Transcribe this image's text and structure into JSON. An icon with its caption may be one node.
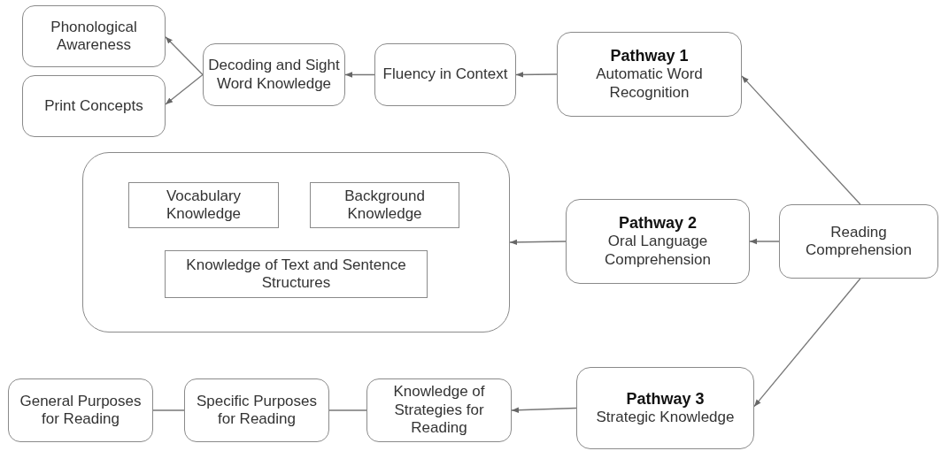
{
  "diagram": {
    "nodes": [
      {
        "text": [
          "Phonological Awareness"
        ]
      },
      {
        "text": [
          "Print Concepts"
        ]
      },
      {
        "text": [
          "Decoding and Sight Word Knowledge"
        ]
      },
      {
        "text": [
          "Fluency in Context"
        ]
      },
      {
        "text": [
          "Pathway 1",
          "Automatic Word Recognition"
        ]
      },
      {
        "text": [],
        "shape": "box"
      },
      {
        "text": [
          "Vocabulary Knowledge"
        ],
        "in": 5
      },
      {
        "text": [
          "Background Knowledge"
        ],
        "in": 5
      },
      {
        "text": [
          "Knowledge of Text and Sentence Structures"
        ],
        "in": 5
      },
      {
        "text": [
          "Pathway 2",
          "Oral Language Comprehension"
        ]
      },
      {
        "text": [
          "Reading Comprehension"
        ]
      },
      {
        "text": [
          "Pathway 3",
          "Strategic Knowledge"
        ]
      },
      {
        "text": [
          "Knowledge of Strategies for Reading"
        ]
      },
      {
        "text": [
          "Specific Purposes for Reading"
        ]
      },
      {
        "text": [
          "General Purposes for Reading"
        ]
      }
    ],
    "edges": [
      {
        "from": 3,
        "to": 2,
        "arrow": "to"
      },
      {
        "from": 2,
        "to": 0,
        "arrow": "to"
      },
      {
        "from": 2,
        "to": 1,
        "arrow": "to"
      },
      {
        "from": 4,
        "to": 3,
        "arrow": "to"
      },
      {
        "from": 10,
        "to": 4,
        "arrow": "to"
      },
      {
        "from": 10,
        "to": 9,
        "arrow": "to"
      },
      {
        "from": 9,
        "to": 5,
        "arrow": "to"
      },
      {
        "from": 10,
        "to": 11,
        "arrow": "to"
      },
      {
        "from": 11,
        "to": 12,
        "arrow": "to"
      },
      {
        "from": 12,
        "to": 13,
        "arrow": "none"
      },
      {
        "from": 13,
        "to": 14,
        "arrow": "none"
      }
    ]
  }
}
